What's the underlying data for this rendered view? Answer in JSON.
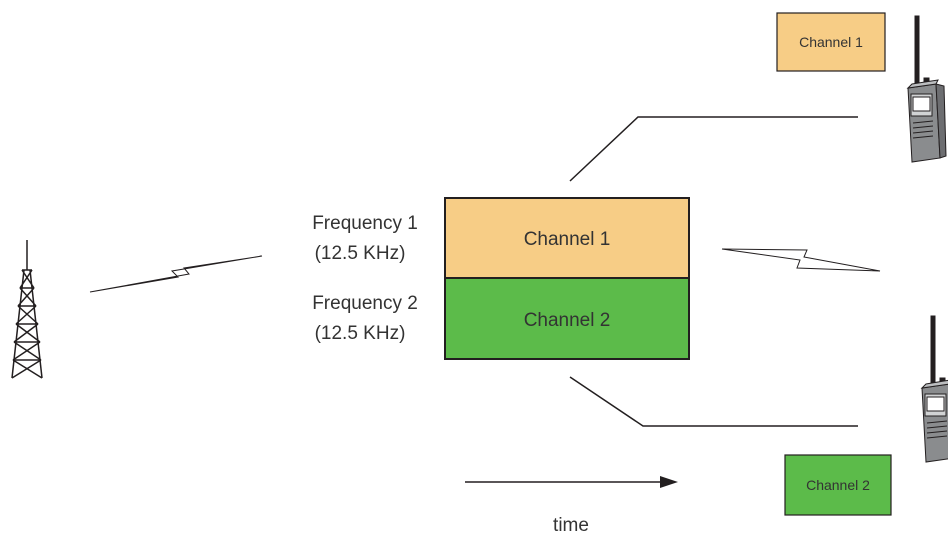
{
  "channels": {
    "channel1_label": "Channel 1",
    "channel2_label": "Channel 2",
    "channel1_color": "#f7cd86",
    "channel2_color": "#5cbb4a"
  },
  "frequencies": {
    "freq1_name": "Frequency 1",
    "freq1_bandwidth": "(12.5 KHz)",
    "freq2_name": "Frequency 2",
    "freq2_bandwidth": "(12.5 KHz)"
  },
  "legend": {
    "radio1_channel_label": "Channel 1",
    "radio2_channel_label": "Channel 2"
  },
  "axis": {
    "time_label": "time"
  },
  "icons": {
    "tower": "radio-tower-icon",
    "radio": "handheld-radio-icon",
    "signal": "lightning-bolt-signal-icon"
  }
}
